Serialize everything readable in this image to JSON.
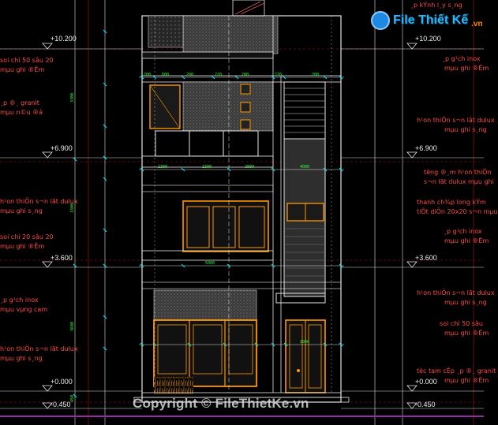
{
  "brand": {
    "logo_text": "File Thiết Kế",
    "logo_domain": ".vn",
    "copyright": "Copyright © FileThietKe.vn"
  },
  "levels_left": [
    "+10.200",
    "+6.900",
    "+3.600",
    "+0.000",
    "-0.450"
  ],
  "levels_right": [
    "+10.200",
    "+6.900",
    "+3.600",
    "+0.000",
    "-0.450"
  ],
  "notes_left": [
    "soi chỉ 50 sâu 20",
    "mµu ghi ®Ëm",
    "¸p ®¸ granit",
    "mµu n©u ®á",
    "h¹on thiÖn s¬n lãt dulux",
    "mµu ghi s¸ng",
    "soi chỉ 20 sâu 20",
    "mµu ghi ®Ëm",
    "¸p g¹ch inox",
    "mµu vµng cam",
    "h¹on thiÖn s¬n lãt dulux",
    "mµu ghi s¸ng"
  ],
  "notes_right": [
    "¸p kÝnh l¸y s¸ng",
    "¸p g¹ch inox",
    "mµu ghi ®Ëm",
    "h¹on thiÖn s¬n lãt dulux",
    "mµu ghi s¸ng",
    "t­êng ®¸m h¹on thiÖn",
    "s¬n lãt dulux mµu ghi",
    "thanh ch¾p long kÝm",
    "tiÕt diÖn 20x20 s¬n mµu",
    "¸p g¹ch inox",
    "mµu ghi ®Ëm",
    "h¹on thiÖn s¬n lãt dulux",
    "mµu ghi s¸ng",
    "soi chỉ 50 sâu",
    "mµu ghi ®Ëm",
    "tèc tam cÊp ¸p ®¸ granit",
    "mµu ghi ®Ëm"
  ],
  "dims_top": [
    "200",
    "800",
    "200",
    "220",
    "200",
    "220",
    "200"
  ],
  "dims_mid": [
    "1300",
    "1300",
    "2900",
    "4000",
    "5000",
    "2900"
  ],
  "dims_side": [
    "3300",
    "3300",
    "3600",
    "450"
  ]
}
